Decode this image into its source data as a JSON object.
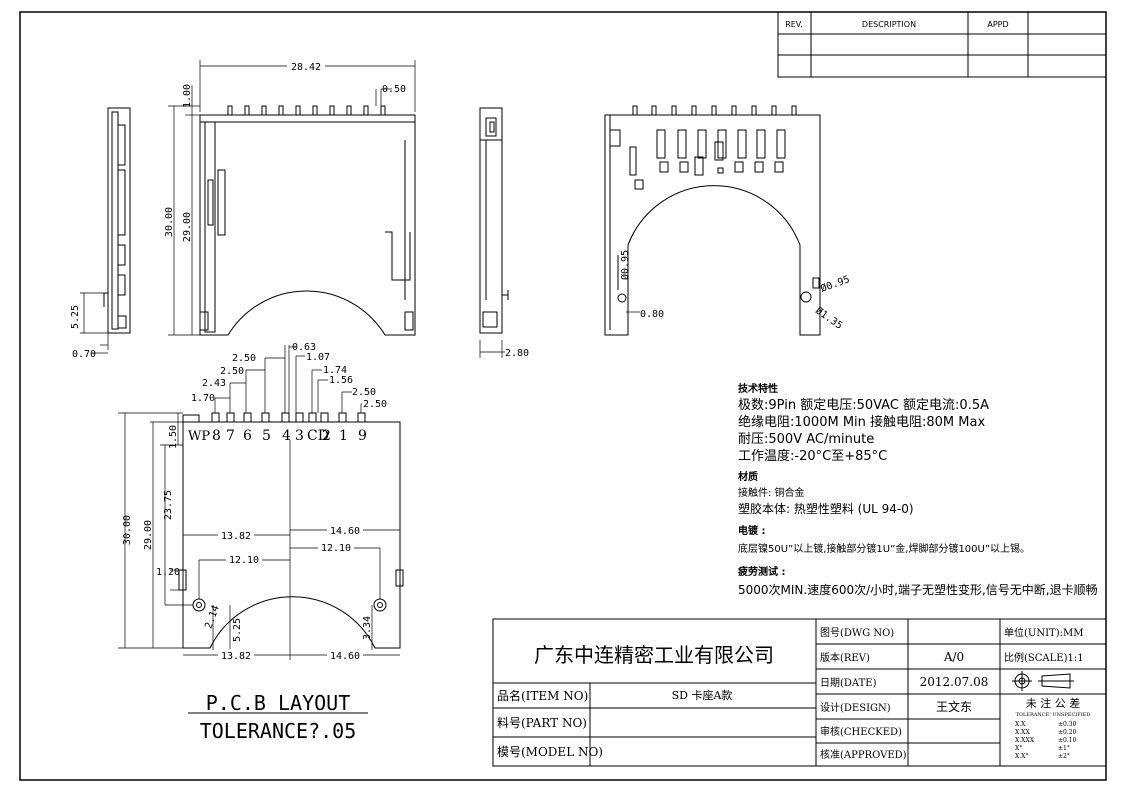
{
  "revision_table": {
    "headers": [
      "REV.",
      "DESCRIPTION",
      "APPD"
    ]
  },
  "views": {
    "top": {
      "width_dim": "28.42",
      "top_dim": "1.00",
      "pin_dim": "0.50",
      "height_dim": "30.00",
      "inner_dim": "29.00",
      "left_dim": "5.25",
      "thick_dim": "0.70"
    },
    "right_side": {
      "thick_dim": "2.80"
    },
    "back": {
      "hole_dim_left": "Ø0.95",
      "pin_dim": "0.80",
      "hole_dim_right": "Ø0.95",
      "hole_dim_right2": "Ø1.35"
    }
  },
  "pcb": {
    "pin_labels": [
      "WP",
      "8",
      "7",
      "6",
      "5",
      "4",
      "3",
      "CD",
      "2",
      "1",
      "9"
    ],
    "top_dims": [
      "0.63",
      "1.07",
      "1.74",
      "1.56",
      "2.50",
      "2.50",
      "2.50",
      "2.50",
      "2.43",
      "1.70"
    ],
    "side_dims": [
      "30.00",
      "29.00",
      "23.75",
      "1.50",
      "1.20"
    ],
    "h_dims": [
      "13.82",
      "14.60",
      "12.10",
      "12.10",
      "13.82",
      "14.60"
    ],
    "small_dims": [
      "2.14",
      "5.25",
      "3.34"
    ],
    "title": "P.C.B LAYOUT",
    "tolerance": "TOLERANCE?.05"
  },
  "specs": {
    "heading": "技术特性",
    "lines": [
      "极数:9Pin  额定电压:50VAC  额定电流:0.5A",
      "绝缘电阻:1000M Min   接触电阻:80M Max",
      "耐压:500V  AC/minute",
      "工作温度:-20°C至+85°C"
    ],
    "material_heading": "材质",
    "material_lines": [
      "接触件: 铜合金",
      "塑胶本体: 热塑性塑料 (UL 94-0)"
    ],
    "plating_heading": "电镀  :",
    "plating_line": "底层镍50U”以上镀,接触部分镀1U”金,焊脚部分镀100U”以上锡。",
    "test_heading": "疲劳测试  :",
    "test_line": "5000次MIN.速度600次/小时,端子无塑性变形,信号无中断,退卡顺畅"
  },
  "title_block": {
    "company": "广东中连精密工业有限公司",
    "item_no_label": "品名(ITEM NO)",
    "item_no_value": "SD 卡座A款",
    "part_no_label": "料号(PART NO)",
    "model_no_label": "模号(MODEL NO)",
    "dwg_no_label": "图号(DWG NO)",
    "rev_label": "版本(REV)",
    "rev_value": "A/0",
    "date_label": "日期(DATE)",
    "date_value": "2012.07.08",
    "design_label": "设计(DESIGN)",
    "design_value": "王文东",
    "checked_label": "审核(CHECKED)",
    "approved_label": "核准(APPROVED)",
    "unit_label": "单位(UNIT):MM",
    "scale_label": "比例(SCALE)1:1",
    "tolerance_title": "未 注 公 差",
    "tolerance_sub": "TOLERANCE’ UNSPECIFIED",
    "tolerance_rows": [
      [
        "X.X",
        "±0.30"
      ],
      [
        "X.XX",
        "±0.20"
      ],
      [
        "X.XXX",
        "±0.10"
      ],
      [
        "X°",
        "±1°"
      ],
      [
        "X.X°",
        "±2°"
      ]
    ]
  },
  "colors": {
    "line": "#000000",
    "background": "#ffffff"
  }
}
